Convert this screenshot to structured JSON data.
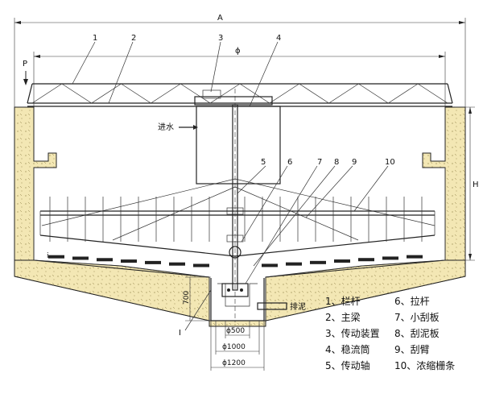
{
  "dims": {
    "A": "A",
    "phi": "ϕ",
    "H": "H",
    "P": "P",
    "h700": "700",
    "d500": "ϕ500",
    "d1000": "ϕ1000",
    "d1200": "ϕ1200"
  },
  "callouts": [
    "1",
    "2",
    "3",
    "4",
    "5",
    "6",
    "7",
    "8",
    "9",
    "10"
  ],
  "annotations": {
    "inlet": "进水",
    "discharge": "排泥",
    "detail": "I",
    "small_i": "i"
  },
  "legend": [
    "1、栏杆",
    "2、主梁",
    "3、传动装置",
    "4、稳流筒",
    "5、传动轴",
    "6、拉杆",
    "7、小刮板",
    "8、刮泥板",
    "9、刮臂",
    "10、浓缩栅条"
  ],
  "colors": {
    "concrete": "#f3e7b4",
    "line": "#222222"
  }
}
